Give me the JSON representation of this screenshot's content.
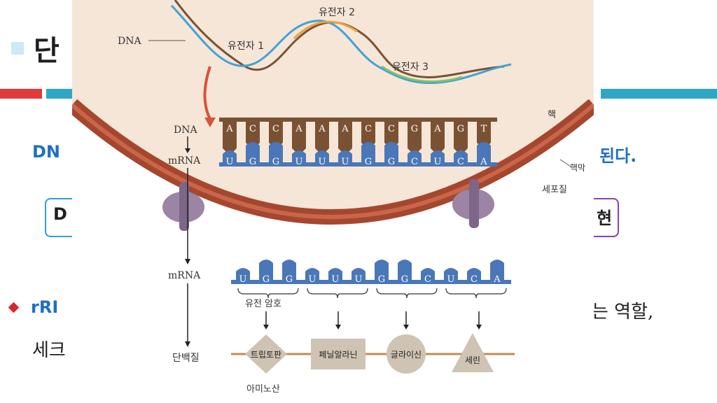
{
  "slide": {
    "title_fragment": "단",
    "line1_fragment": "DN",
    "line1_suffix": "된다.",
    "box_left_fragment": "D",
    "box_right_fragment": "현",
    "bullet_fragment": "rRI",
    "bullet_suffix": "는 역할,",
    "last_fragment": "세크"
  },
  "colors": {
    "title_bar_red": "#e03a3e",
    "title_bar_teal": "#2fa7c4",
    "bullet_red": "#d9262c",
    "text_blue": "#1f6fc4",
    "box_blue": "#2f9fd6",
    "box_purple": "#8c3fb3",
    "cell_fill": "#f6e6d7",
    "membrane": "#a5472f",
    "dna_base": "#7a5233",
    "rna_base": "#4a77b8",
    "pore": "#9b84a4",
    "protein_shape": "#cfc3b3",
    "protein_line": "#c28b54"
  },
  "diagram": {
    "dna_label": "DNA",
    "genes": [
      "유전자 1",
      "유전자 2",
      "유전자 3"
    ],
    "row_labels": {
      "dna": "DNA",
      "mrna": "mRNA",
      "mrna2": "mRNA",
      "protein": "단백질"
    },
    "dna_bases": [
      "A",
      "C",
      "C",
      "A",
      "A",
      "A",
      "C",
      "C",
      "G",
      "A",
      "G",
      "T"
    ],
    "mrna_bases": [
      "U",
      "G",
      "G",
      "U",
      "U",
      "U",
      "G",
      "G",
      "C",
      "U",
      "C",
      "A"
    ],
    "side_labels": {
      "nucleus": "핵",
      "membrane": "핵막",
      "cytoplasm": "세포질"
    },
    "codon_label": "유전 암호",
    "amino_acids": [
      "트립토판",
      "페닐알라닌",
      "글라이신",
      "세린"
    ],
    "amino_label": "아미노산"
  }
}
